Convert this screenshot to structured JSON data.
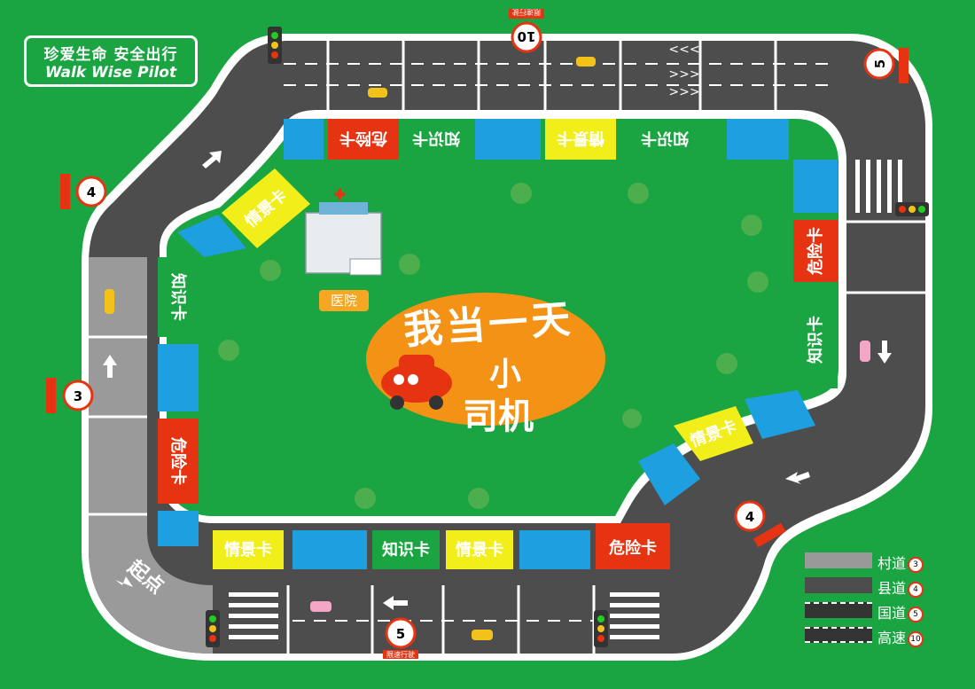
{
  "title": {
    "line1": "珍爱生命  安全出行",
    "line2": "Walk Wise Pilot"
  },
  "center": {
    "title": "我当一天",
    "sub1": "小",
    "sub2": "司机"
  },
  "hospital": {
    "label": "医院"
  },
  "start": {
    "label": "起点"
  },
  "cards": {
    "knowledge": "知识卡",
    "scene": "情景卡",
    "danger": "危险卡"
  },
  "speed_limits": {
    "top": "10",
    "top_right": "5",
    "left": "4",
    "left_mid": "3",
    "right_lower": "4",
    "bottom": "5"
  },
  "small_sign": "限速行驶",
  "legend": [
    {
      "label": "村道",
      "num": "3",
      "color": "#999999"
    },
    {
      "label": "县道",
      "num": "4",
      "color": "#4d4d4d"
    },
    {
      "label": "国道",
      "num": "5",
      "color": "#333333"
    },
    {
      "label": "高速",
      "num": "10",
      "color": "#333333"
    }
  ],
  "colors": {
    "grass": "#1aa542",
    "road": "#4d4d4d",
    "village": "#999999",
    "knowledge": "#1aa542",
    "scene": "#f2ee1a",
    "danger": "#e63312",
    "blank": "#1e9fe0"
  }
}
